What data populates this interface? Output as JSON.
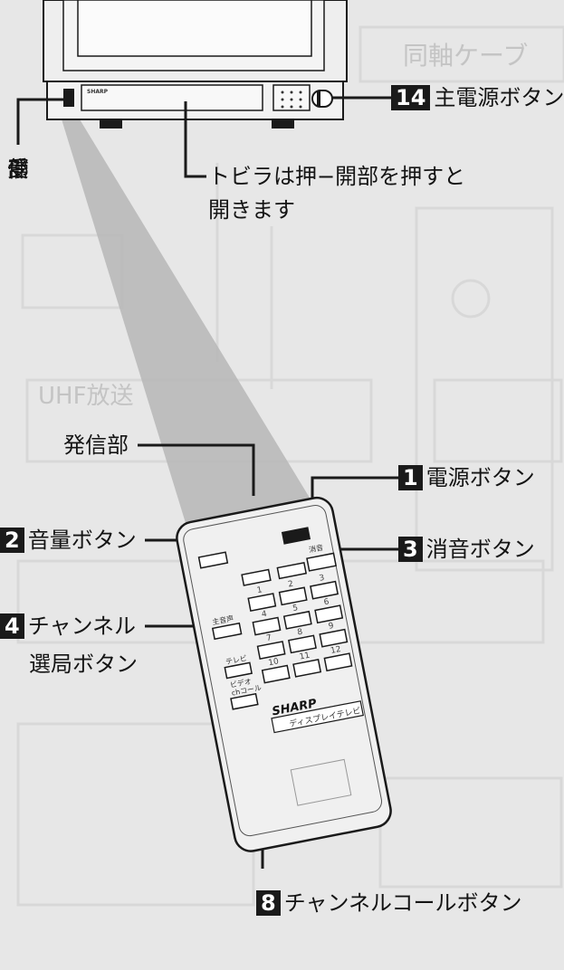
{
  "labels": {
    "main_power": {
      "num": "14",
      "text": "主電源ボタン"
    },
    "receiver_lines": [
      "受",
      "信",
      "部"
    ],
    "door_line1": "トビラは押−開部を押すと",
    "door_line2": "開きます",
    "transmitter": "発信部",
    "power": {
      "num": "1",
      "text": "電源ボタン"
    },
    "volume": {
      "num": "2",
      "text": "音量ボタン"
    },
    "mute": {
      "num": "3",
      "text": "消音ボタン"
    },
    "channel_select": {
      "num": "4",
      "text": "チャンネル",
      "line2": "選局ボタン"
    },
    "channel_call": {
      "num": "8",
      "text": "チャンネルコールボタン"
    }
  },
  "remote": {
    "brand": "SHARP",
    "model_plate": "ディスプレイテレビ",
    "mute_key": "消音",
    "key_numbers": [
      "1",
      "2",
      "3",
      "4",
      "5",
      "6",
      "7",
      "8",
      "9",
      "10",
      "11",
      "12"
    ],
    "tv_key": "テレビ",
    "video_key": "ビデオ",
    "ch_call_key": "chコール",
    "sound_key": "主音声"
  },
  "tv": {
    "brand": "SHARP"
  },
  "background_text": {
    "coax": "同軸ケーブ",
    "uhf": "UHF放送"
  }
}
